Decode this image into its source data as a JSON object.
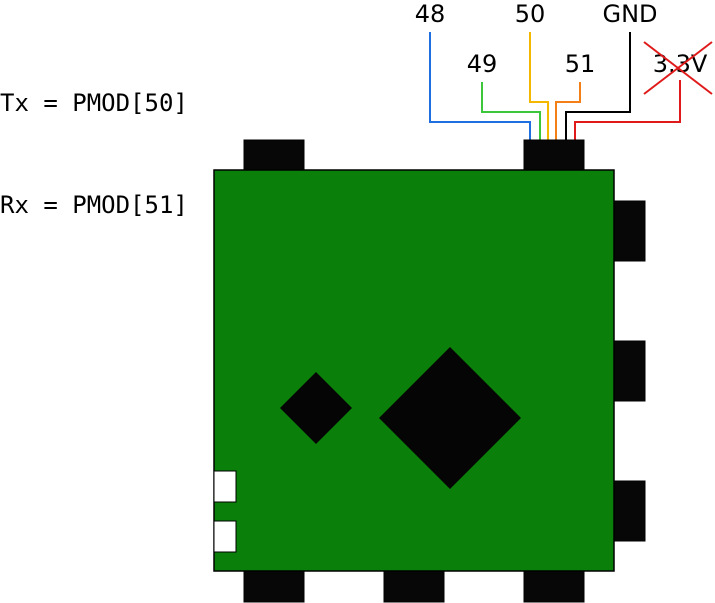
{
  "notes": {
    "tx_line": "Tx = PMOD[50]",
    "rx_line": "Rx = PMOD[51]"
  },
  "pins": {
    "p48": "48",
    "p49": "49",
    "p50": "50",
    "p51": "51",
    "gnd": "GND",
    "v33": "3.3V"
  },
  "colors": {
    "board": "#0a800a",
    "wire_48": "#1f6fe0",
    "wire_49": "#3cc63c",
    "wire_50": "#f5b800",
    "wire_51": "#f57f17",
    "wire_gnd": "#000000",
    "wire_33v": "#e01a1a",
    "cross": "#e01a1a"
  },
  "annotations": {
    "v33_crossed_out": true
  }
}
